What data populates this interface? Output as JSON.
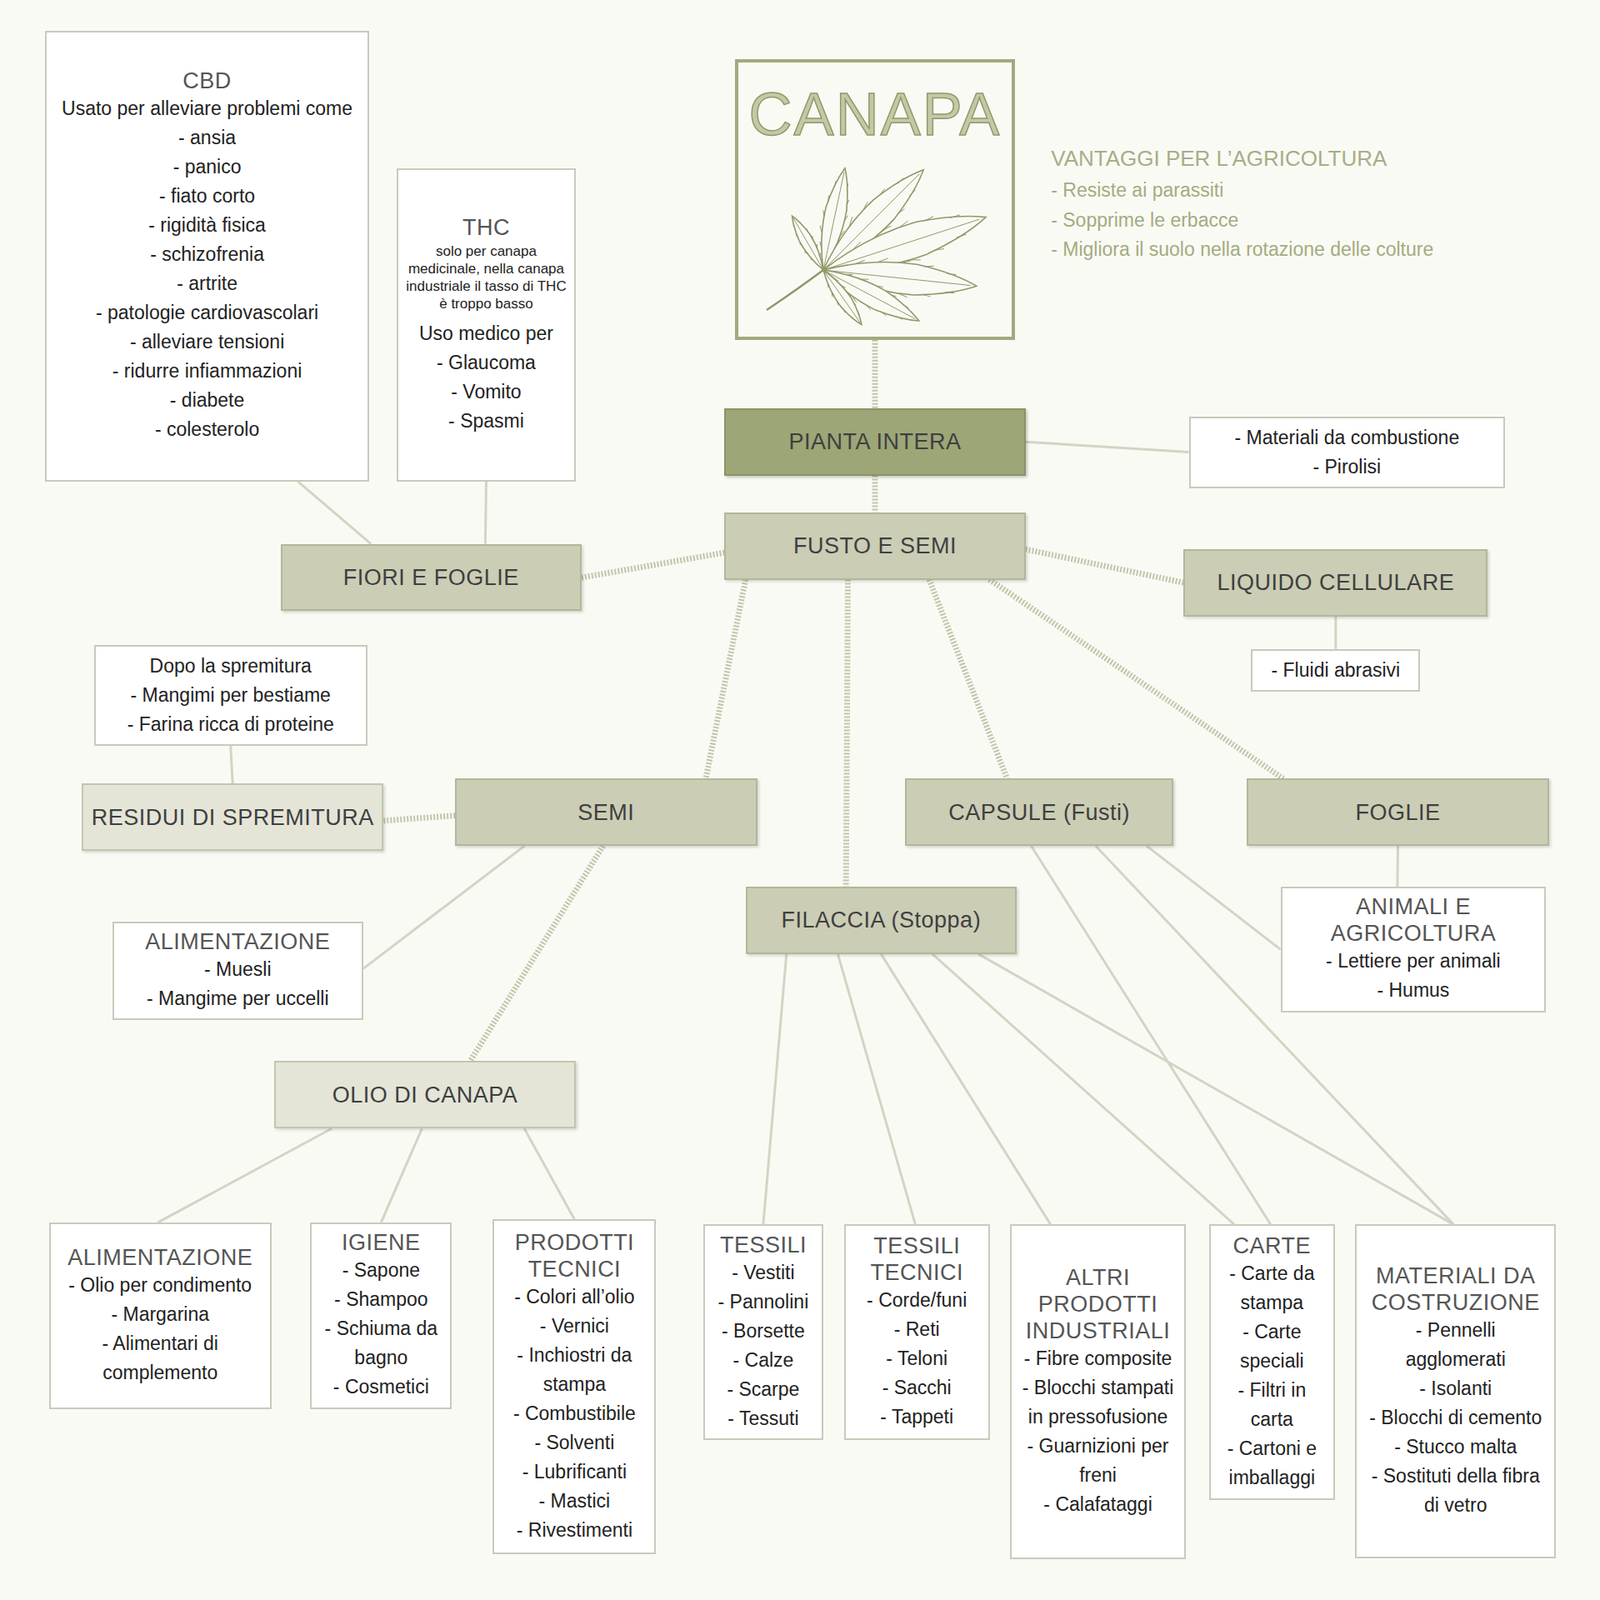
{
  "diagram": {
    "nodes": [
      {
        "text": [
          "CBD",
          "Usato per alleviare problemi come",
          "- ansia",
          "- panico",
          "- fiato corto",
          "- rigidità fisica",
          "- schizofrenia",
          "- artrite",
          "- patologie cardiovascolari",
          "- alleviare tensioni",
          "- ridurre infiammazioni",
          "- diabete",
          "- colesterolo"
        ]
      },
      {
        "text": [
          "THC",
          "solo per canapa medicinale, nella canapa industriale il tasso di THC è troppo basso",
          "Uso medico per",
          "- Glaucoma",
          "- Vomito",
          "- Spasmi"
        ]
      },
      {
        "text": [
          "CANAPA"
        ]
      },
      {
        "text": [
          "PIANTA INTERA"
        ]
      },
      {
        "text": [
          "- Materiali da combustione",
          "- Pirolisi"
        ]
      },
      {
        "text": [
          "FUSTO E SEMI"
        ]
      },
      {
        "text": [
          "FIORI E FOGLIE"
        ]
      },
      {
        "text": [
          "LIQUIDO CELLULARE"
        ]
      },
      {
        "text": [
          "- Fluidi abrasivi"
        ]
      },
      {
        "text": [
          "Dopo la spremitura",
          "- Mangimi per bestiame",
          "- Farina ricca di proteine"
        ]
      },
      {
        "text": [
          "RESIDUI DI SPREMITURA"
        ]
      },
      {
        "text": [
          "SEMI"
        ]
      },
      {
        "text": [
          "CAPSULE (Fusti)"
        ]
      },
      {
        "text": [
          "FOGLIE"
        ]
      },
      {
        "text": [
          "FILACCIA (Stoppa)"
        ]
      },
      {
        "text": [
          "ANIMALI E AGRICOLTURA",
          "- Lettiere per animali",
          "- Humus"
        ]
      },
      {
        "text": [
          "ALIMENTAZIONE",
          "- Muesli",
          "- Mangime per uccelli"
        ]
      },
      {
        "text": [
          "OLIO DI CANAPA"
        ]
      },
      {
        "text": [
          "ALIMENTAZIONE",
          "- Olio per condimento",
          "- Margarina",
          "- Alimentari di complemento"
        ]
      },
      {
        "text": [
          "IGIENE",
          "- Sapone",
          "- Shampoo",
          "- Schiuma da bagno",
          "- Cosmetici"
        ]
      },
      {
        "text": [
          "PRODOTTI TECNICI",
          "- Colori all’olio",
          "- Vernici",
          "- Inchiostri da stampa",
          "- Combustibile",
          "- Solventi",
          "- Lubrificanti",
          "- Mastici",
          "- Rivestimenti"
        ]
      },
      {
        "text": [
          "TESSILI",
          "- Vestiti",
          "- Pannolini",
          "- Borsette",
          "- Calze",
          "- Scarpe",
          "- Tessuti"
        ]
      },
      {
        "text": [
          "TESSILI TECNICI",
          "- Corde/funi",
          "- Reti",
          "- Teloni",
          "- Sacchi",
          "- Tappeti"
        ]
      },
      {
        "text": [
          "ALTRI PRODOTTI INDUSTRIALI",
          "- Fibre composite",
          "- Blocchi stampati in pressofusione",
          "- Guarnizioni per freni",
          "- Calafataggi"
        ]
      },
      {
        "text": [
          "CARTE",
          "- Carte da stampa",
          "- Carte speciali",
          "- Filtri in carta",
          "- Cartoni e imballaggi"
        ]
      },
      {
        "text": [
          "MATERIALI DA COSTRUZIONE",
          "- Pennelli agglomerati",
          "- Isolanti",
          "- Blocchi di cemento",
          "- Stucco malta",
          "- Sostituti della fibra di vetro"
        ]
      }
    ],
    "edges": [
      {
        "from": 6,
        "to": 0,
        "arrow": "none"
      },
      {
        "from": 6,
        "to": 1,
        "arrow": "none"
      },
      {
        "from": 2,
        "to": 3,
        "arrow": "none"
      },
      {
        "from": 3,
        "to": 4,
        "arrow": "none"
      },
      {
        "from": 3,
        "to": 5,
        "arrow": "none"
      },
      {
        "from": 5,
        "to": 6,
        "arrow": "none"
      },
      {
        "from": 5,
        "to": 7,
        "arrow": "none"
      },
      {
        "from": 7,
        "to": 8,
        "arrow": "none"
      },
      {
        "from": 10,
        "to": 9,
        "arrow": "none"
      },
      {
        "from": 5,
        "to": 11,
        "arrow": "none"
      },
      {
        "from": 5,
        "to": 14,
        "arrow": "none"
      },
      {
        "from": 5,
        "to": 12,
        "arrow": "none"
      },
      {
        "from": 5,
        "to": 13,
        "arrow": "none"
      },
      {
        "from": 11,
        "to": 10,
        "arrow": "none"
      },
      {
        "from": 11,
        "to": 16,
        "arrow": "none"
      },
      {
        "from": 11,
        "to": 17,
        "arrow": "none"
      },
      {
        "from": 13,
        "to": 15,
        "arrow": "none"
      },
      {
        "from": 17,
        "to": 18,
        "arrow": "none"
      },
      {
        "from": 17,
        "to": 19,
        "arrow": "none"
      },
      {
        "from": 17,
        "to": 20,
        "arrow": "none"
      },
      {
        "from": 14,
        "to": 21,
        "arrow": "none"
      },
      {
        "from": 14,
        "to": 22,
        "arrow": "none"
      },
      {
        "from": 14,
        "to": 23,
        "arrow": "none"
      },
      {
        "from": 14,
        "to": 24,
        "arrow": "none"
      },
      {
        "from": 14,
        "to": 25,
        "arrow": "none"
      },
      {
        "from": 12,
        "to": 24,
        "arrow": "none"
      },
      {
        "from": 12,
        "to": 25,
        "arrow": "none"
      },
      {
        "from": 12,
        "to": 15,
        "arrow": "none"
      }
    ],
    "labels": [
      "VANTAGGI PER L’AGRICOLTURA",
      "- Resiste ai parassiti",
      "- Sopprime le erbacce",
      "- Migliora il suolo nella rotazione delle colture"
    ]
  }
}
